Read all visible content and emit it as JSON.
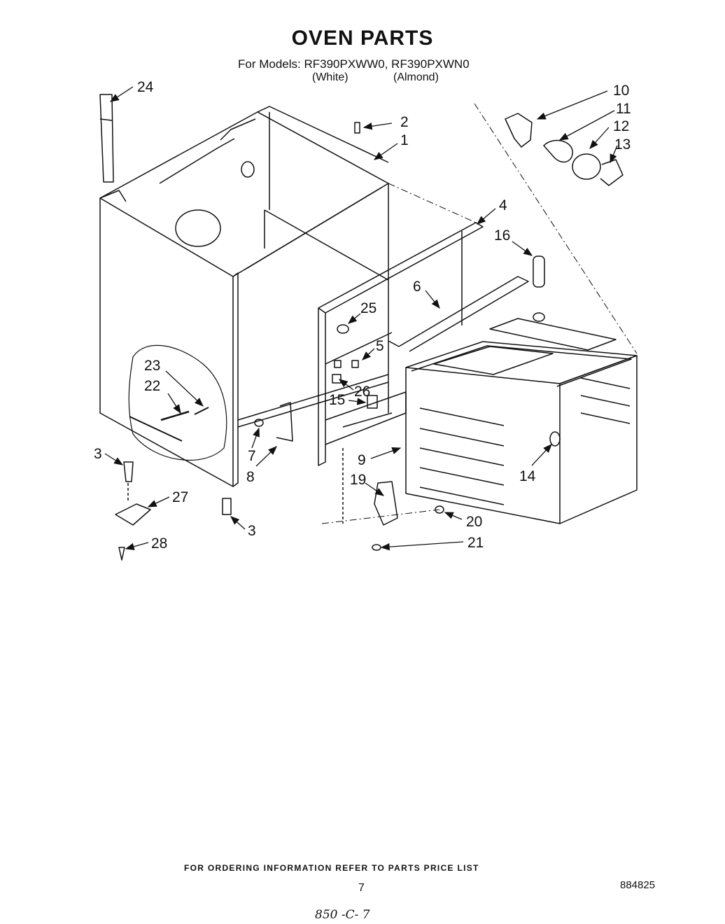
{
  "title": "OVEN PARTS",
  "models_line": "For Models: RF390PXWW0, RF390PXWN0",
  "color_white": "(White)",
  "color_almond": "(Almond)",
  "labels": {
    "p1": "1",
    "p2": "2",
    "p3a": "3",
    "p3b": "3",
    "p4": "4",
    "p5": "5",
    "p6": "6",
    "p7": "7",
    "p8": "8",
    "p9": "9",
    "p10": "10",
    "p11": "11",
    "p12": "12",
    "p13": "13",
    "p14": "14",
    "p15": "15",
    "p16": "16",
    "p19": "19",
    "p20": "20",
    "p21": "21",
    "p22": "22",
    "p23": "23",
    "p24": "24",
    "p25": "25",
    "p26": "26",
    "p27": "27",
    "p28": "28"
  },
  "footer_text": "FOR ORDERING INFORMATION REFER TO PARTS PRICE LIST",
  "page_number": "7",
  "doc_number": "884825",
  "handwritten_note": "850 -C- 7"
}
